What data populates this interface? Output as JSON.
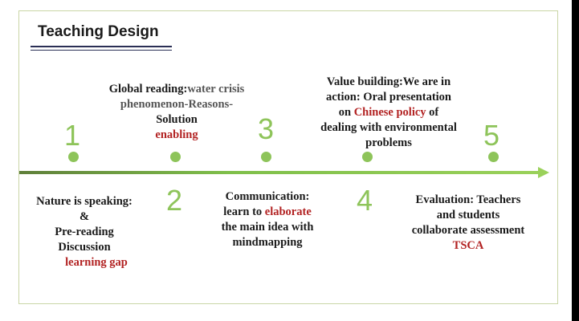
{
  "title": "Teaching Design",
  "colors": {
    "accent_green": "#8ec45a",
    "highlight_red": "#b22222",
    "title_rule": "#2a2f55"
  },
  "steps": [
    {
      "number": "1",
      "lines": [
        "Nature is speaking:",
        "&",
        "Pre-reading",
        "Discussion"
      ],
      "highlight": "learning gap"
    },
    {
      "number": "2",
      "line1_label": "Global reading:",
      "line1_rest": "water crisis",
      "line2": "phenomenon-Reasons-",
      "line3": "Solution",
      "highlight": "enabling"
    },
    {
      "number": "3",
      "line1": "Communication:",
      "line2_pre": "learn to ",
      "line2_highlight": "elaborate",
      "line3": "the main idea with",
      "line4": "mindmapping"
    },
    {
      "number": "4",
      "line1": "Value building:We are in",
      "line2": "action: Oral presentation",
      "line3_pre": "on ",
      "line3_highlight": "Chinese policy",
      "line3_post": " of",
      "line4": "dealing with environmental",
      "line5": "problems"
    },
    {
      "number": "5",
      "lines": [
        "Evaluation: Teachers",
        "and students",
        "collaborate assessment"
      ],
      "highlight": "TSCA"
    }
  ]
}
